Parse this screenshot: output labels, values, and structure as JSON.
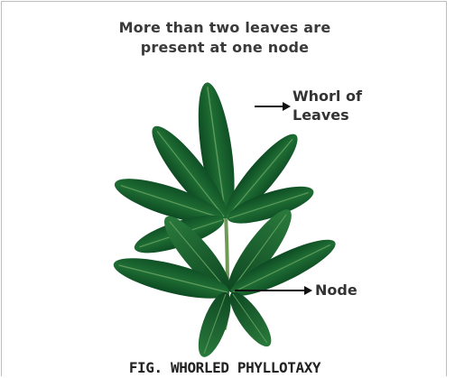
{
  "title": {
    "line1": "More than two leaves are",
    "line2": "present at one node"
  },
  "labels": {
    "whorl_line1": "Whorl of",
    "whorl_line2": "Leaves",
    "node": "Node"
  },
  "caption": "FIG. WHORLED PHYLLOTAXY",
  "colors": {
    "leaf_dark": "#0f4f25",
    "leaf_mid": "#1f6e34",
    "leaf_light": "#3d8e4c",
    "stem": "#6f9a55",
    "arrow": "#111111",
    "text": "#333333"
  }
}
